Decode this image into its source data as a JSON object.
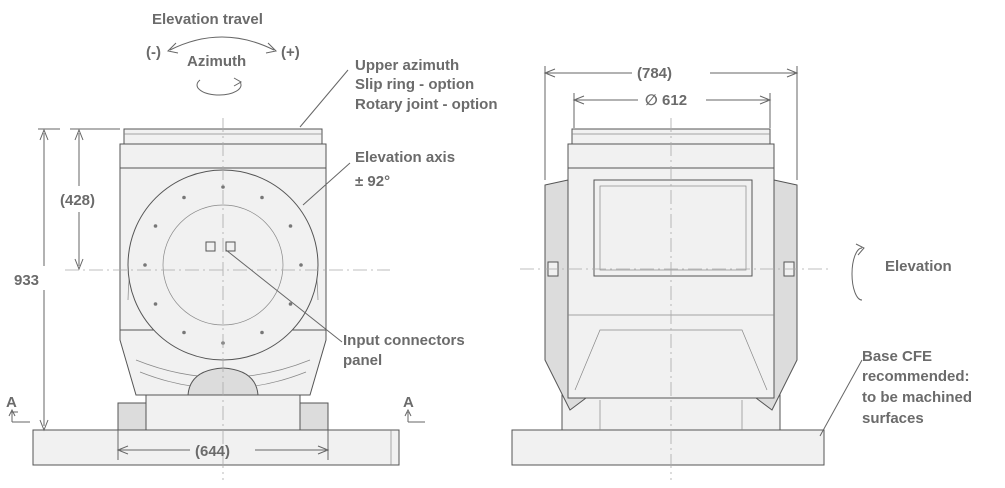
{
  "labels": {
    "elevation_travel": "Elevation travel",
    "minus": "(-)",
    "plus": "(+)",
    "azimuth": "Azimuth",
    "upper_azimuth": "Upper azimuth",
    "slip_ring": "Slip ring - option",
    "rotary_joint": "Rotary joint - option",
    "elevation_axis": "Elevation axis",
    "elevation_range": "± 92°",
    "dim_428": "(428)",
    "dim_933": "933",
    "input_connectors_1": "Input connectors",
    "input_connectors_2": "panel",
    "section_a_left": "A",
    "section_a_right": "A",
    "dim_644": "(644)",
    "dim_784": "(784)",
    "dim_612": "∅ 612",
    "elevation": "Elevation",
    "base_1": "Base CFE",
    "base_2": "recommended:",
    "base_3": "to be machined",
    "base_4": "surfaces"
  },
  "colors": {
    "label": "#6b6b6b",
    "line": "#555555",
    "fill": "#f1f1f1"
  }
}
